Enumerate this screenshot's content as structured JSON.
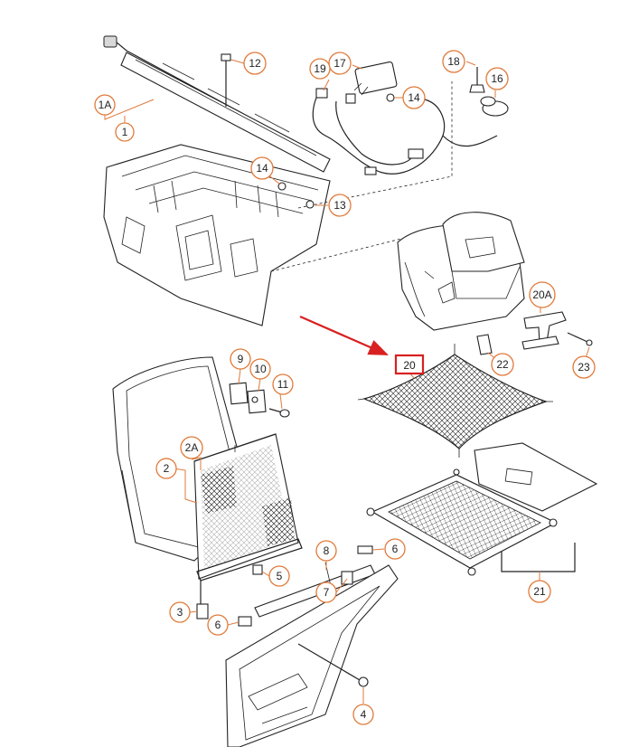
{
  "callouts": {
    "c1A": "1A",
    "c1": "1",
    "c12": "12",
    "c17": "17",
    "c19": "19",
    "c14a": "14",
    "c18": "18",
    "c16": "16",
    "c14b": "14",
    "c13": "13",
    "c20A": "20A",
    "c20": "20",
    "c22": "22",
    "c23": "23",
    "c9": "9",
    "c10": "10",
    "c11": "11",
    "c2A": "2A",
    "c2": "2",
    "c5": "5",
    "c8": "8",
    "c6a": "6",
    "c7": "7",
    "c3": "3",
    "c6b": "6",
    "c21": "21",
    "c4": "4"
  },
  "colors": {
    "callout_ring": "#e07a3a",
    "highlight_box": "#d82020",
    "arrow": "#d82020",
    "line_art": "#222222"
  },
  "highlighted_callout": "20"
}
